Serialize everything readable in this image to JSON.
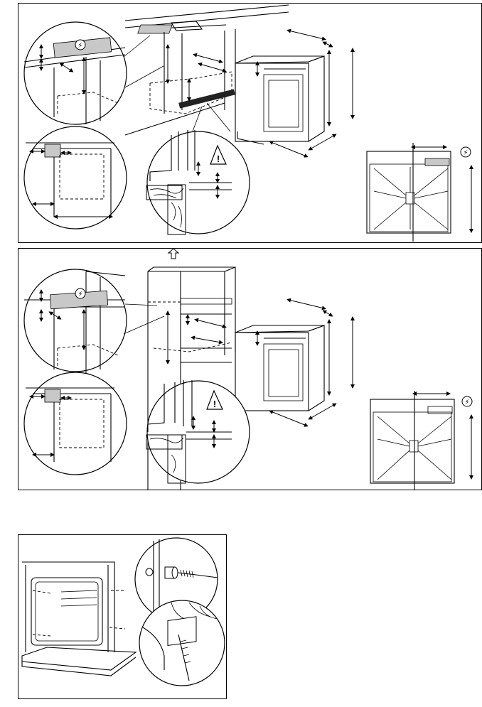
{
  "panels": [
    {
      "id": "installation-under-worktop",
      "symbols": [
        "electrical-connection-icon",
        "warning-icon"
      ]
    },
    {
      "id": "installation-in-column",
      "symbols": [
        "electrical-connection-icon",
        "warning-icon",
        "up-arrow-icon"
      ]
    },
    {
      "id": "securing-oven-to-cabinet",
      "symbols": [
        "screw-icon"
      ]
    }
  ],
  "symbols": {
    "electrical": "⚡",
    "warning": "!"
  }
}
